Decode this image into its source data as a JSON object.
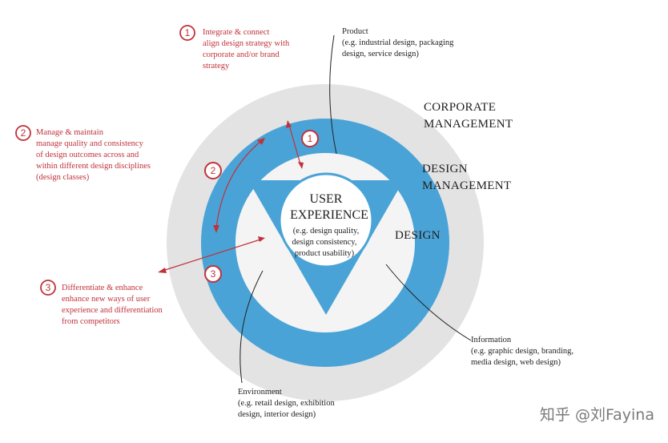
{
  "layers": {
    "corporate": [
      "CORPORATE",
      "MANAGEMENT"
    ],
    "design_management": [
      "DESIGN",
      "MANAGEMENT"
    ],
    "design": "DESIGN"
  },
  "user_experience": {
    "title": [
      "USER",
      "EXPERIENCE"
    ],
    "details": [
      "(e.g. design quality,",
      "design consistency,",
      "product usability)"
    ]
  },
  "notes": [
    {
      "number": "1",
      "lines": [
        "Integrate & connect",
        "align design strategy with",
        "corporate and/or brand",
        "strategy"
      ]
    },
    {
      "number": "2",
      "lines": [
        "Manage & maintain",
        "manage quality and consistency",
        "of design outcomes across and",
        "within different design disciplines",
        "(design classes)"
      ]
    },
    {
      "number": "3",
      "lines": [
        "Differentiate & enhance",
        "enhance new ways of user",
        "experience and differentiation",
        "from competitors"
      ]
    }
  ],
  "callouts": {
    "product": [
      "Product",
      "(e.g. industrial design, packaging",
      "design, service design)"
    ],
    "information": [
      "Information",
      "(e.g. graphic design, branding,",
      "media design, web design)"
    ],
    "environment": [
      "Environment",
      "(e.g. retail design, exhibition",
      "design, interior design)"
    ]
  },
  "watermark": "知乎 @刘Fayina",
  "colors": {
    "outer_ring": "#e3e3e4",
    "blue_ring": "#4aa3d6",
    "inner_disc": "#f4f4f5",
    "triangle": "#4aa3d6",
    "center_circle": "#ffffff",
    "accent_red": "#c0323a"
  }
}
